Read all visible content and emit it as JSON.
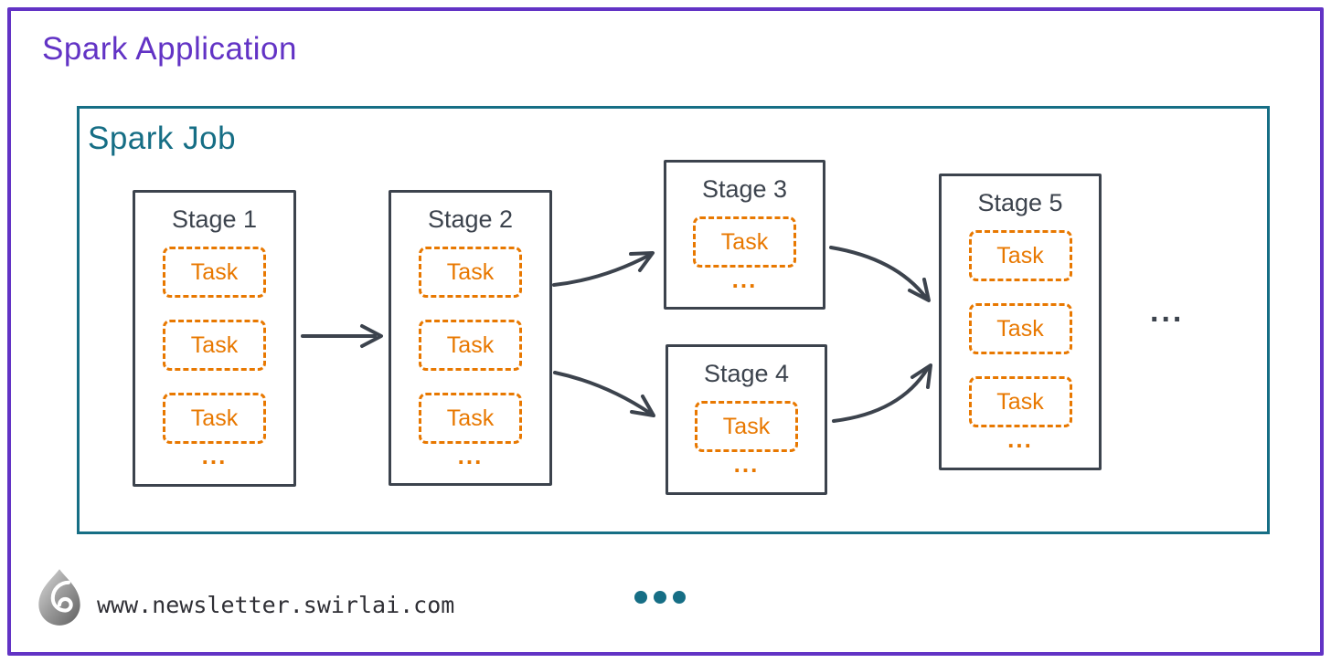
{
  "diagram": {
    "app_title": "Spark Application",
    "job_title": "Spark Job",
    "stages": [
      {
        "name": "Stage 1",
        "tasks": [
          "Task",
          "Task",
          "Task"
        ],
        "more": "..."
      },
      {
        "name": "Stage 2",
        "tasks": [
          "Task",
          "Task",
          "Task"
        ],
        "more": "..."
      },
      {
        "name": "Stage 3",
        "tasks": [
          "Task"
        ],
        "more": "..."
      },
      {
        "name": "Stage 4",
        "tasks": [
          "Task"
        ],
        "more": "..."
      },
      {
        "name": "Stage 5",
        "tasks": [
          "Task",
          "Task",
          "Task"
        ],
        "more": "..."
      }
    ],
    "more_stages_ellipsis": "...",
    "footer": {
      "url": "www.newsletter.swirlai.com",
      "logo": "swirlai-swirl-logo",
      "dots_count": 3
    },
    "colors": {
      "application_purple": "#6233C5",
      "job_teal": "#166E85",
      "stage_slate": "#3C434D",
      "task_orange": "#E87800"
    }
  }
}
